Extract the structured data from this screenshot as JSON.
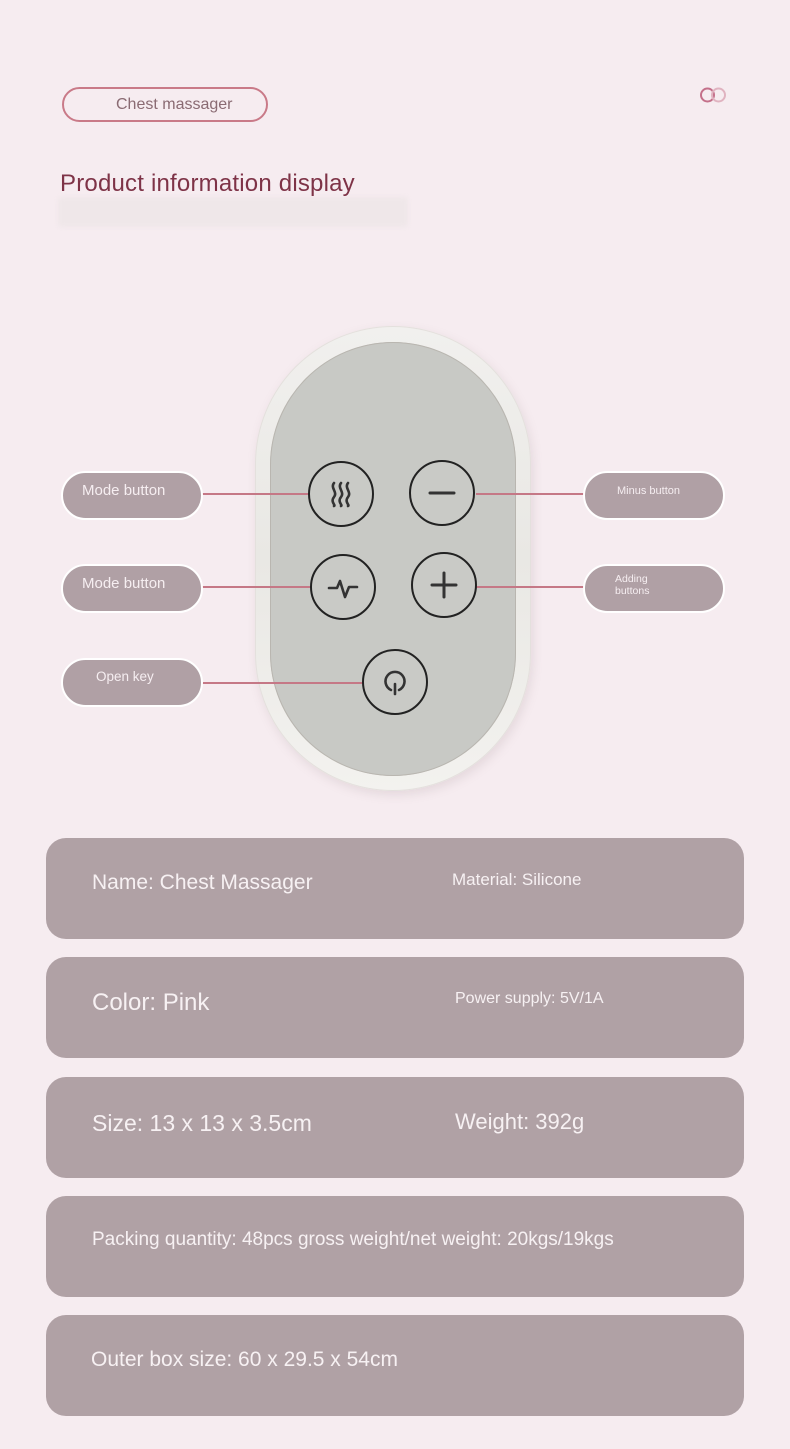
{
  "header": {
    "tag_label": "Chest massager",
    "logo_icon": "double-ring-logo-icon",
    "title": "Product information display"
  },
  "device": {
    "name": "remote control face",
    "keys": [
      {
        "id": "heat",
        "icon": "heat-waves-icon"
      },
      {
        "id": "minus",
        "icon": "minus-icon"
      },
      {
        "id": "pulse",
        "icon": "pulse-wave-icon"
      },
      {
        "id": "plus",
        "icon": "plus-icon"
      },
      {
        "id": "power",
        "icon": "power-icon"
      }
    ]
  },
  "callouts": {
    "mode_button_1": "Mode button",
    "mode_button_2": "Mode button",
    "open_key": "Open key",
    "minus_button": "Minus button",
    "adding_buttons": "Adding buttons"
  },
  "specs": {
    "name": "Name: Chest Massager",
    "material": "Material: Silicone",
    "color": "Color: Pink",
    "power_supply": "Power supply: 5V/1A",
    "size": "Size: 13 x 13 x 3.5cm",
    "weight": "Weight: 392g",
    "packing": "Packing quantity: 48pcs gross weight/net weight: 20kgs/19kgs",
    "outer_box": "Outer box size: 60 x 29.5 x 54cm"
  },
  "colors": {
    "background": "#f6ecf0",
    "accent": "#c97a88",
    "title": "#7e3347",
    "card": "#b0a1a5",
    "leader_line": "#c57886"
  }
}
